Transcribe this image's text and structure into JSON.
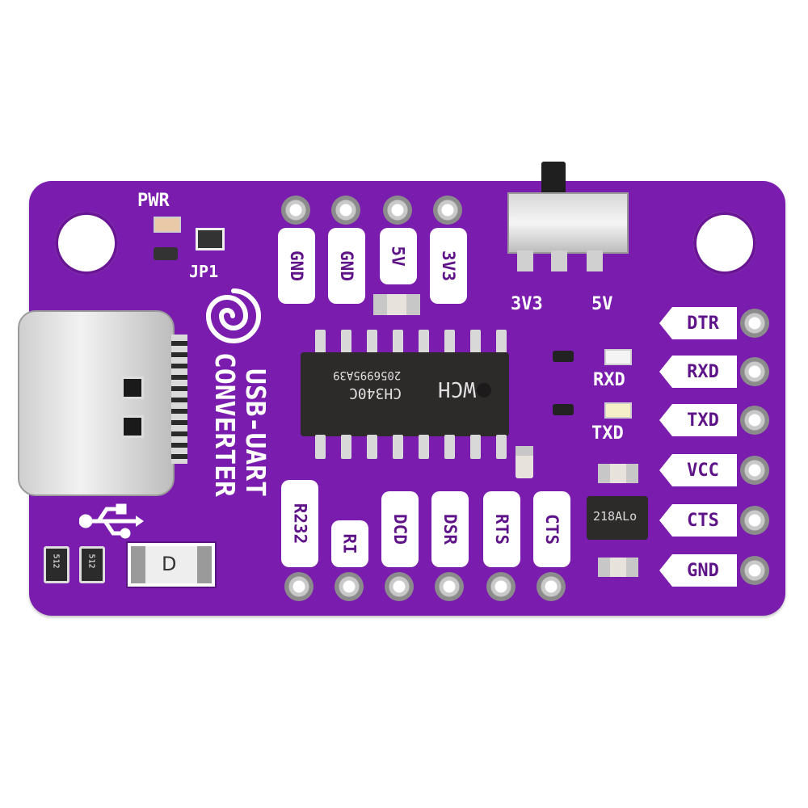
{
  "board": {
    "brand_logo": "spiral-logo",
    "title_line1": "USB-UART",
    "title_line2": "CONVERTER",
    "pwr_label": "PWR",
    "jumper_label": "JP1",
    "switch_labels": [
      "3V3",
      "5V"
    ],
    "top_pins": [
      "GND",
      "GND",
      "5V",
      "3V3"
    ],
    "bottom_pins": [
      "R232",
      "RI",
      "DCD",
      "DSR",
      "RTS",
      "CTS"
    ],
    "right_pins": [
      "DTR",
      "RXD",
      "TXD",
      "VCC",
      "CTS",
      "GND"
    ],
    "led_labels": [
      "RXD",
      "TXD"
    ],
    "chip_main_line1": "CH340C",
    "chip_main_line2": "2056995A39",
    "chip_main_logo": "WCH",
    "chip_reg_marking": "218ALo",
    "diode_marking": "D",
    "resistor_markings": [
      "512",
      "512"
    ]
  },
  "colors": {
    "pcb": "#7a1cae",
    "silk": "#ffffff"
  }
}
